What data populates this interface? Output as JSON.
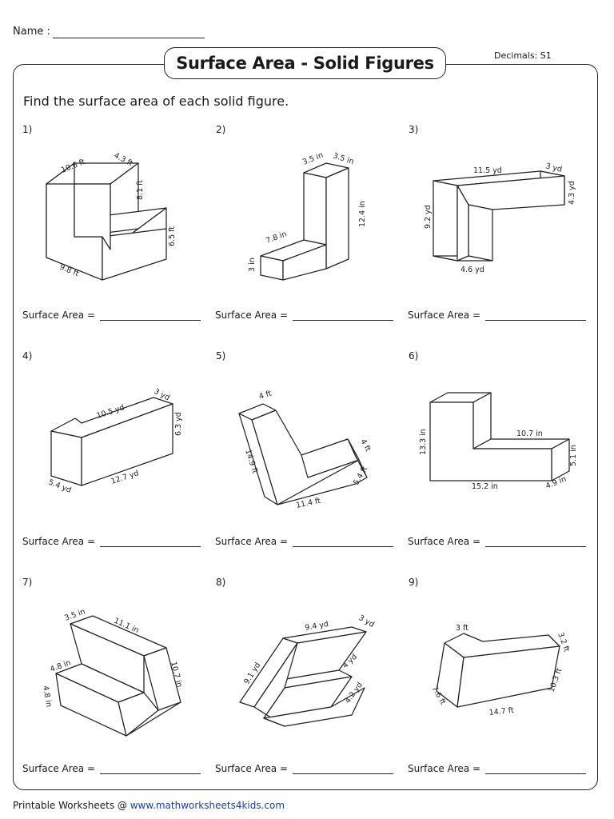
{
  "header": {
    "name_label": "Name :",
    "title": "Surface Area - Solid Figures",
    "version": "Decimals: S1"
  },
  "instructions": "Find the surface area of each solid figure.",
  "answer_label": "Surface Area =",
  "problems": [
    {
      "number": "1)",
      "dims": [
        "10.6 ft",
        "4.3 ft",
        "8.1 ft",
        "6.5 ft",
        "9.8 ft"
      ]
    },
    {
      "number": "2)",
      "dims": [
        "3.5 in",
        "3.5 in",
        "12.4 in",
        "7.8 in",
        "3 in"
      ]
    },
    {
      "number": "3)",
      "dims": [
        "11.5 yd",
        "3 yd",
        "4.3 yd",
        "9.2 yd",
        "4.6 yd"
      ]
    },
    {
      "number": "4)",
      "dims": [
        "10.5 yd",
        "3 yd",
        "6.3 yd",
        "12.7 yd",
        "5.4 yd"
      ]
    },
    {
      "number": "5)",
      "dims": [
        "4 ft",
        "14.9 ft",
        "4 ft",
        "5.4 ft",
        "11.4 ft"
      ]
    },
    {
      "number": "6)",
      "dims": [
        "13.3 in",
        "10.7 in",
        "5.1 in",
        "15.2 in",
        "4.9 in"
      ]
    },
    {
      "number": "7)",
      "dims": [
        "3.5 in",
        "11.1 in",
        "10.7 in",
        "4.8 in",
        "4.8 in"
      ]
    },
    {
      "number": "8)",
      "dims": [
        "9.4 yd",
        "3 yd",
        "9.1 yd",
        "4 yd",
        "4.2 yd"
      ]
    },
    {
      "number": "9)",
      "dims": [
        "3 ft",
        "3.2 ft",
        "10.3 ft",
        "7.6 ft",
        "14.7 ft"
      ]
    }
  ],
  "footer": {
    "prefix": "Printable Worksheets @ ",
    "site": "www.mathworksheets4kids.com"
  }
}
